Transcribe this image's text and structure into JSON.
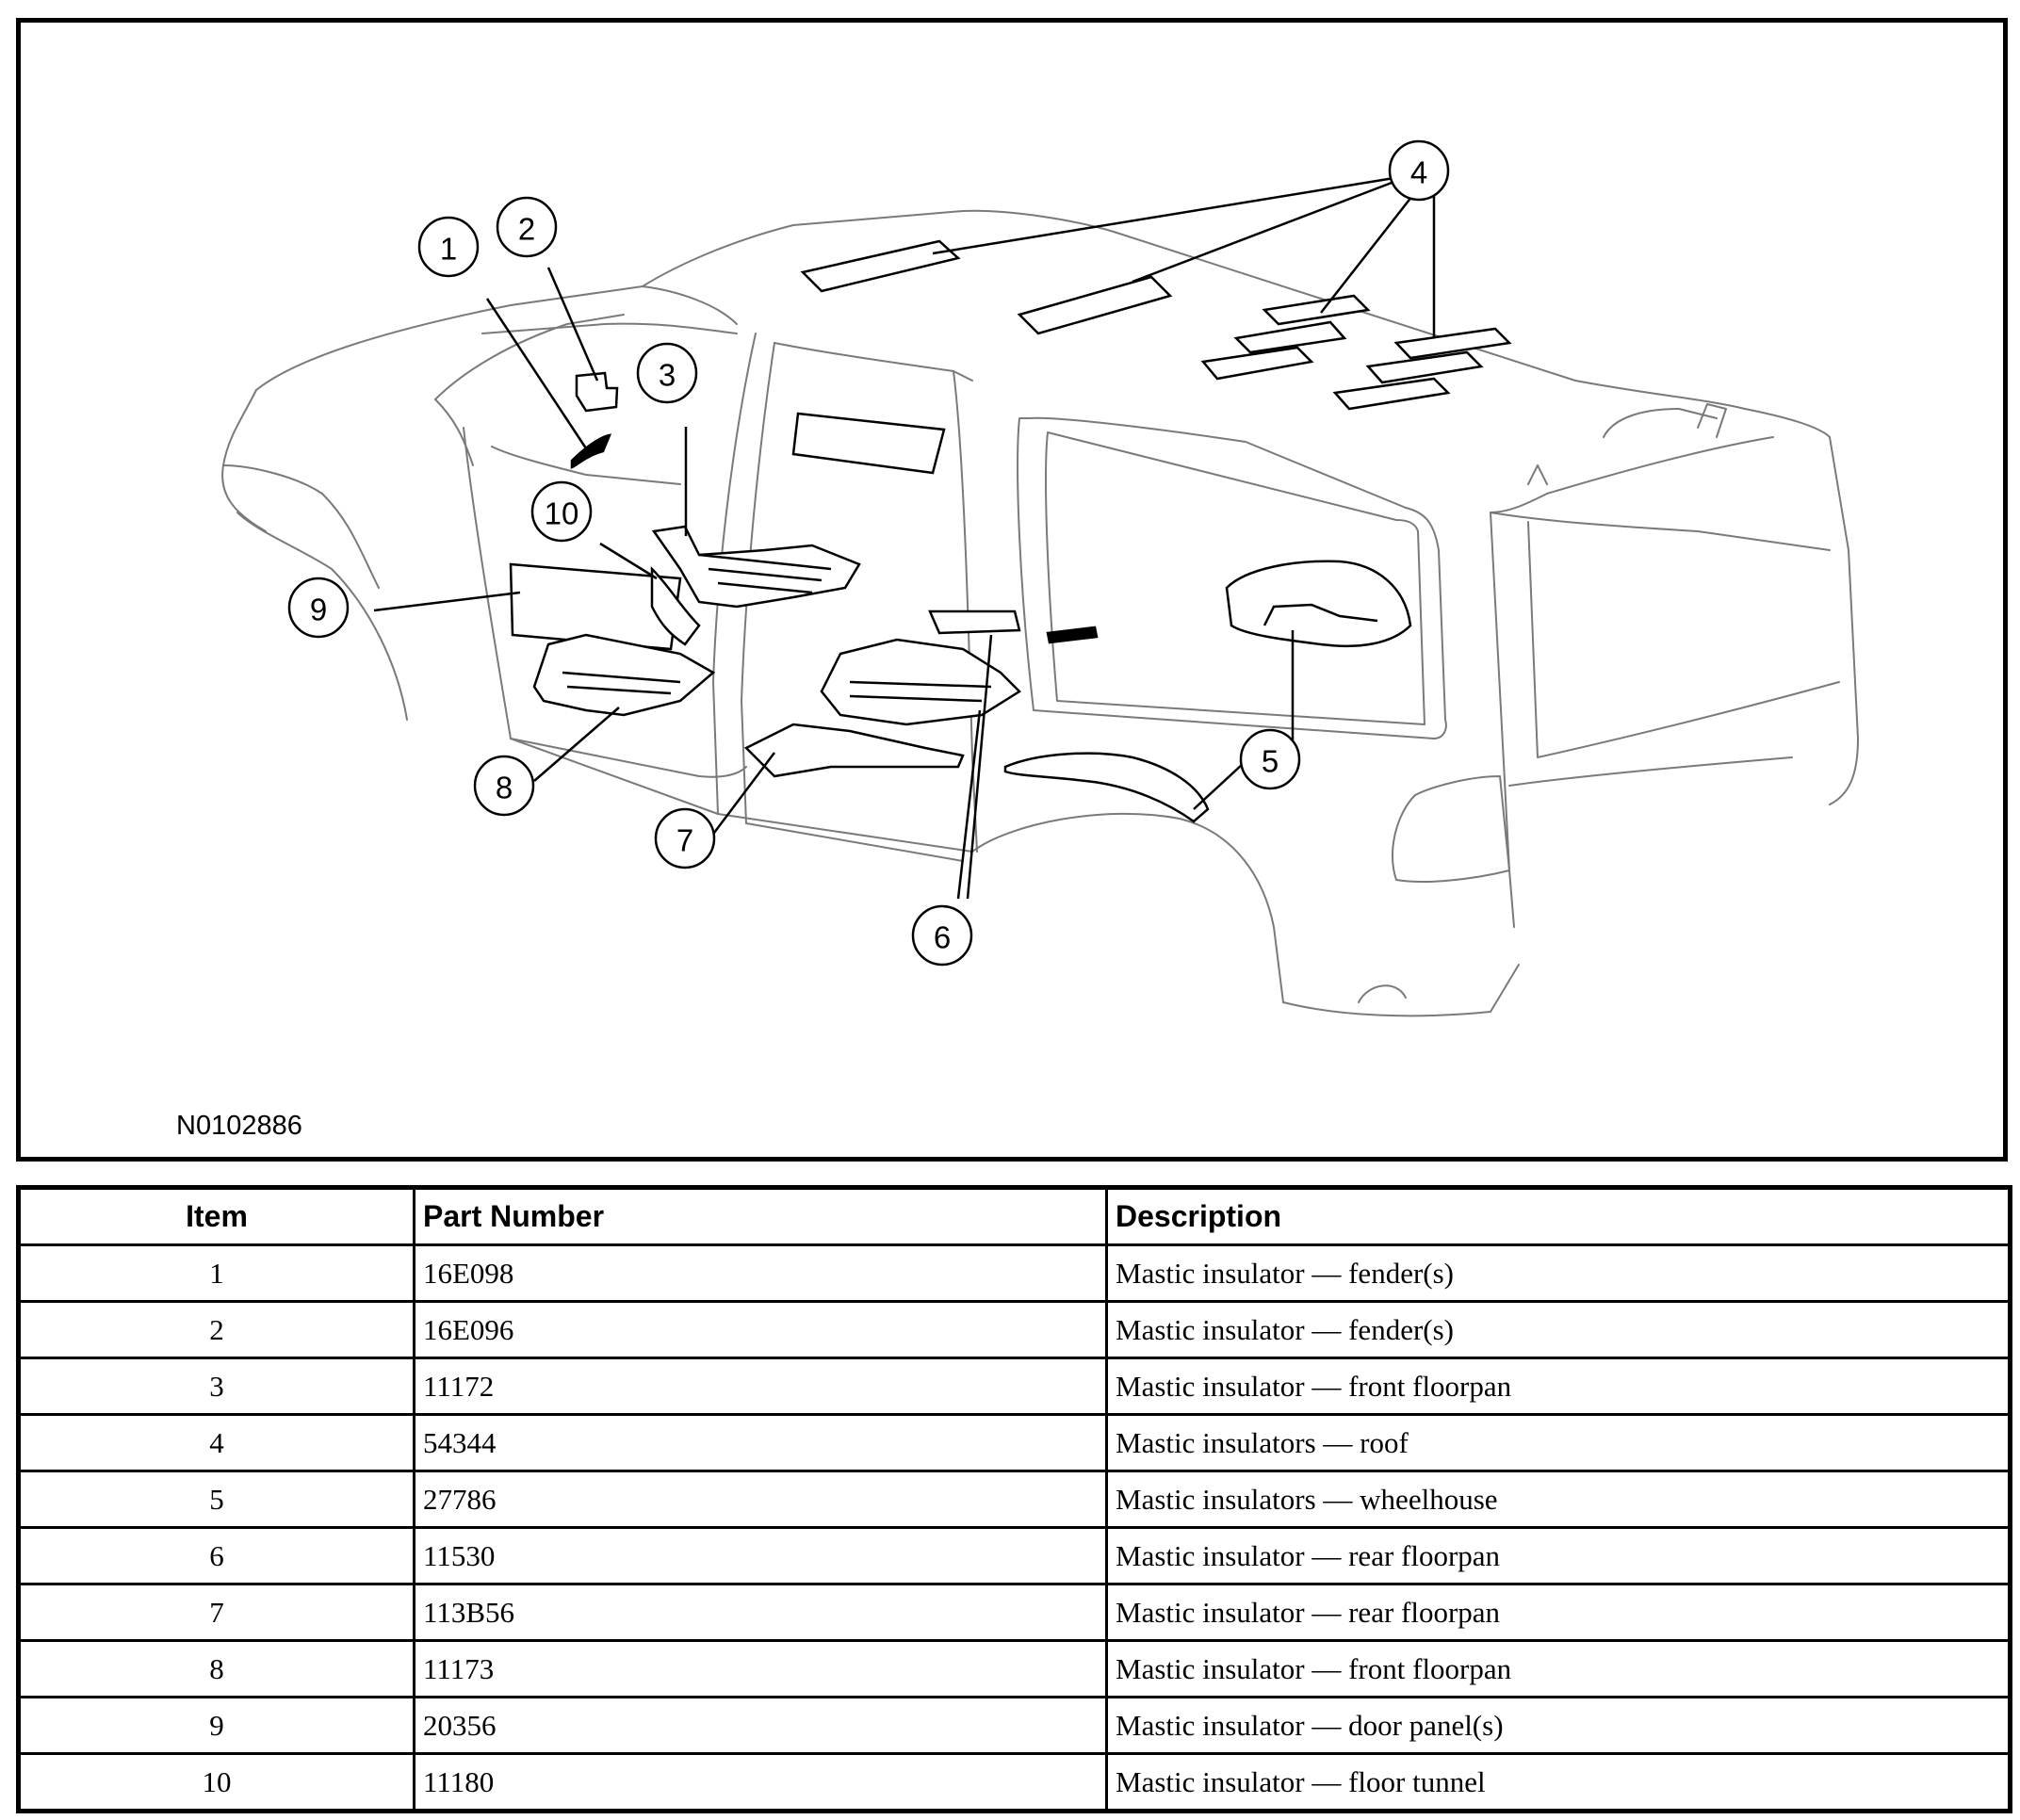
{
  "figure": {
    "id_label": "N0102886",
    "callouts": [
      "1",
      "2",
      "3",
      "4",
      "5",
      "6",
      "7",
      "8",
      "9",
      "10"
    ]
  },
  "table": {
    "headers": {
      "item": "Item",
      "part_number": "Part Number",
      "description": "Description"
    },
    "rows": [
      {
        "item": "1",
        "part_number": "16E098",
        "description": "Mastic insulator — fender(s)"
      },
      {
        "item": "2",
        "part_number": "16E096",
        "description": "Mastic insulator — fender(s)"
      },
      {
        "item": "3",
        "part_number": "11172",
        "description": "Mastic insulator — front floorpan"
      },
      {
        "item": "4",
        "part_number": "54344",
        "description": "Mastic insulators — roof"
      },
      {
        "item": "5",
        "part_number": "27786",
        "description": "Mastic insulators — wheelhouse"
      },
      {
        "item": "6",
        "part_number": "11530",
        "description": "Mastic insulator — rear floorpan"
      },
      {
        "item": "7",
        "part_number": "113B56",
        "description": "Mastic insulator — rear floorpan"
      },
      {
        "item": "8",
        "part_number": "11173",
        "description": "Mastic insulator — front floorpan"
      },
      {
        "item": "9",
        "part_number": "20356",
        "description": "Mastic insulator — door panel(s)"
      },
      {
        "item": "10",
        "part_number": "11180",
        "description": "Mastic insulator — floor tunnel"
      }
    ]
  }
}
